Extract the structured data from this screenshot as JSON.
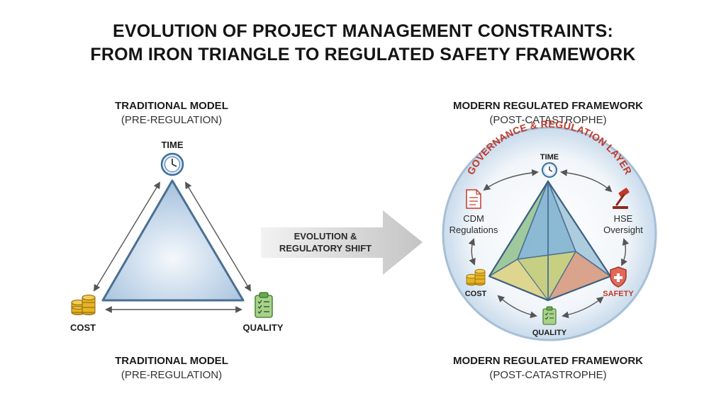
{
  "title": {
    "line1": "EVOLUTION OF PROJECT MANAGEMENT CONSTRAINTS:",
    "line2": "FROM IRON TRIANGLE TO REGULATED SAFETY FRAMEWORK"
  },
  "left": {
    "heading_top": "TRADITIONAL MODEL",
    "subheading_top": "(PRE-REGULATION)",
    "heading_bottom": "TRADITIONAL MODEL",
    "subheading_bottom": "(PRE-REGULATION)",
    "time_label": "TIME",
    "cost_label": "COST",
    "quality_label": "QUALITY"
  },
  "arrow": {
    "line1": "EVOLUTION &",
    "line2": "REGULATORY SHIFT"
  },
  "right": {
    "heading_top": "MODERN REGULATED FRAMEWORK",
    "subheading_top": "(POST-CATASTROPHE)",
    "heading_bottom": "MODERN REGULATED FRAMEWORK",
    "subheading_bottom": "(POST-CATASTROPHE)",
    "ring_label": "GOVERNANCE & REGULATION LAYER",
    "time_label": "TIME",
    "cost_label": "COST",
    "quality_label": "QUALITY",
    "safety_label": "SAFETY",
    "cdm_line1": "CDM",
    "cdm_line2": "Regulations",
    "hse_line1": "HSE",
    "hse_line2": "Oversight"
  },
  "colors": {
    "accent_red": "#c0392b",
    "accent_blue": "#3a6f9e",
    "coin_gold": "#e6b422",
    "clipboard_green": "#6aa84f"
  }
}
